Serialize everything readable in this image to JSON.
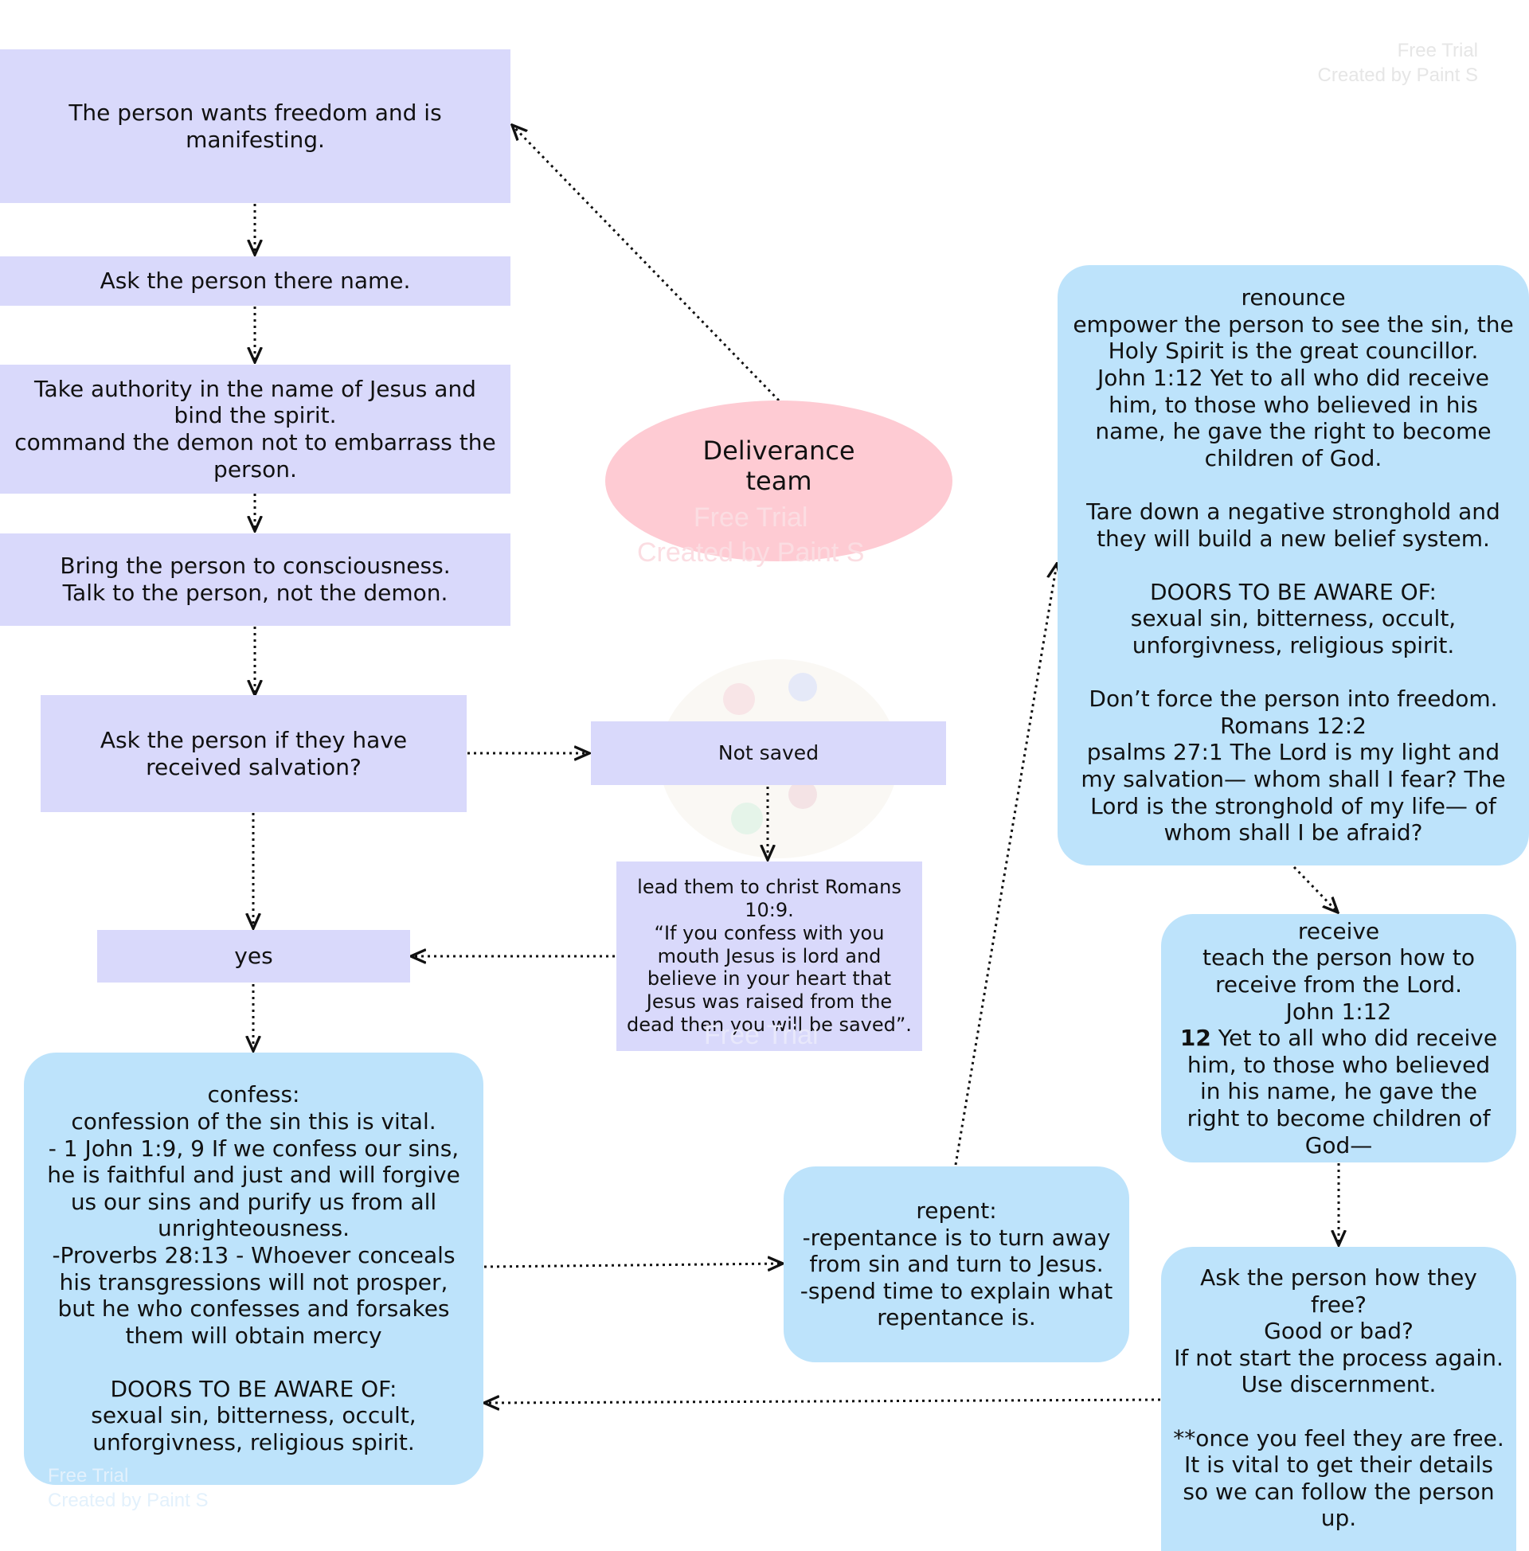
{
  "nodes": {
    "start": "The person wants freedom and is manifesting.",
    "ask_name": "Ask the person there name.",
    "authority": "Take authority in the name of Jesus and bind the spirit.\ncommand the demon not to embarrass the person.",
    "consciousness": "Bring the person to consciousness.\nTalk to the person, not the demon.",
    "salvation_q": "Ask the person if they have received salvation?",
    "not_saved": "Not saved",
    "lead": "lead them to christ Romans 10:9.\n“If you confess with you mouth Jesus is lord and believe in your heart that Jesus was raised from the dead then you will be saved”.",
    "yes": "yes",
    "confess": "confess:\nconfession of the sin this is vital.\n- 1 John 1:9, 9 If we confess our sins, he is faithful and just and will forgive us our sins and purify us from all unrighteousness.\n-Proverbs 28:13 - Whoever conceals his transgressions will not prosper, but he who confesses and forsakes them will obtain mercy\n\nDOORS TO BE AWARE OF:\nsexual sin, bitterness, occult, unforgivness, religious spirit.",
    "repent": "repent:\n-repentance is to turn away from sin and turn to Jesus.\n-spend time to explain what repentance is.",
    "renounce": "renounce\nempower the person to see the sin, the Holy Spirit is the great councillor.\nJohn 1:12 Yet to all who did receive him, to those who believed in his name, he gave the right to become children of God.\n\nTare down a negative stronghold and they will build a new belief system.\n\nDOORS TO BE AWARE OF:\nsexual sin, bitterness, occult, unforgivness, religious spirit.\n\nDon’t force the person into freedom.\nRomans 12:2\npsalms 27:1  The Lord is my light and my salvation— whom shall I fear? The Lord is the stronghold of my life— of whom shall I be afraid?",
    "receive_head": "receive\nteach the person how to receive from the Lord.\nJohn 1:12",
    "receive_num": "12",
    "receive_tail": " Yet to all who did receive him, to those who believed in his name, he gave the right to become children of God—",
    "check": "Ask the person how they free?\nGood or bad?\nIf not start the process again.\nUse discernment.\n\n**once you feel they are free.\nIt is vital to get their details so we can follow the person up.",
    "team": "Deliverance\nteam"
  },
  "watermarks": {
    "top_right": "Free Trial\nCreated by Paint S",
    "middle": "Free Trial\nCreated by Paint S",
    "lead_box": "Free Trial",
    "bottom_left": "Free Trial\nCreated by Paint S"
  },
  "colors": {
    "rect_fill": "#d9d9fb",
    "round_fill": "#bde3fb",
    "ellipse_fill": "#fecbd3",
    "edge": "#111111"
  }
}
